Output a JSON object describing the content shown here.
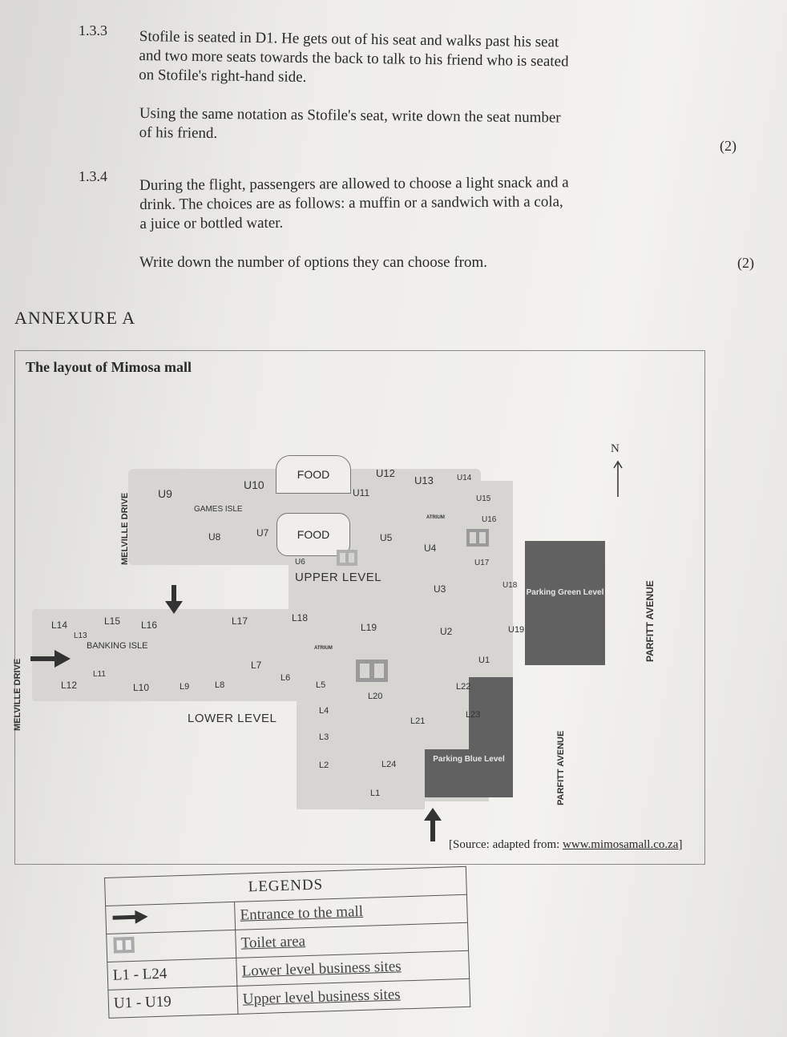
{
  "questions": [
    {
      "number": "1.3.3",
      "lines": [
        "Stofile is seated in D1. He gets out of his seat and walks past his seat",
        "and two more seats towards the back to talk to his friend who is seated",
        "on Stofile's right-hand side."
      ],
      "instruction_lines": [
        "Using the same notation as Stofile's seat, write down the seat number",
        "of his friend."
      ],
      "marks": "(2)"
    },
    {
      "number": "1.3.4",
      "lines": [
        "During the flight, passengers are allowed to choose a light snack and a",
        "drink. The choices are as follows: a muffin or a sandwich with a cola,",
        "a juice or bottled water."
      ],
      "instruction_lines": [
        "Write down the number of options they can choose from."
      ],
      "marks": "(2)"
    }
  ],
  "annexure": {
    "title": "ANNEXURE A",
    "map_title": "The layout of Mimosa mall",
    "source_prefix": "[Source: adapted from: ",
    "source_url": "www.mimosamall.co.za",
    "source_suffix": "]"
  },
  "map": {
    "north": "N",
    "streets": {
      "melville_upper": "MELVILLE DRIVE",
      "melville_lower": "MELVILLE DRIVE",
      "parfitt_upper": "PARFITT AVENUE",
      "parfitt_lower": "PARFITT AVENUE"
    },
    "areas": {
      "food_top": "FOOD",
      "food_mid": "FOOD",
      "games_isle": "GAMES ISLE",
      "banking_isle": "BANKING ISLE",
      "atrium_upper": "ATRIUM",
      "atrium_lower": "ATRIUM",
      "upper_level": "UPPER LEVEL",
      "lower_level": "LOWER LEVEL",
      "parking_green": "Parking Green Level",
      "parking_blue": "Parking Blue Level"
    },
    "upper_shops": {
      "U1": "U1",
      "U2": "U2",
      "U3": "U3",
      "U4": "U4",
      "U5": "U5",
      "U6": "U6",
      "U7": "U7",
      "U8": "U8",
      "U9": "U9",
      "U10": "U10",
      "U11": "U11",
      "U12": "U12",
      "U13": "U13",
      "U14": "U14",
      "U15": "U15",
      "U16": "U16",
      "U17": "U17",
      "U18": "U18",
      "U19": "U19"
    },
    "lower_shops": {
      "L1": "L1",
      "L2": "L2",
      "L3": "L3",
      "L4": "L4",
      "L5": "L5",
      "L6": "L6",
      "L7": "L7",
      "L8": "L8",
      "L9": "L9",
      "L10": "L10",
      "L11": "L11",
      "L12": "L12",
      "L13": "L13",
      "L14": "L14",
      "L15": "L15",
      "L16": "L16",
      "L17": "L17",
      "L18": "L18",
      "L19": "L19",
      "L20": "L20",
      "L21": "L21",
      "L22": "L22",
      "L23": "L23",
      "L24": "L24"
    }
  },
  "legend": {
    "title": "LEGENDS",
    "rows": [
      {
        "symbol": "entrance-arrow",
        "description": "Entrance to the mall"
      },
      {
        "symbol": "toilet-icon",
        "description": "Toilet area"
      },
      {
        "key": "L1 - L24",
        "description": "Lower level business sites"
      },
      {
        "key": "U1 - U19",
        "description": "Upper level business sites"
      }
    ]
  }
}
